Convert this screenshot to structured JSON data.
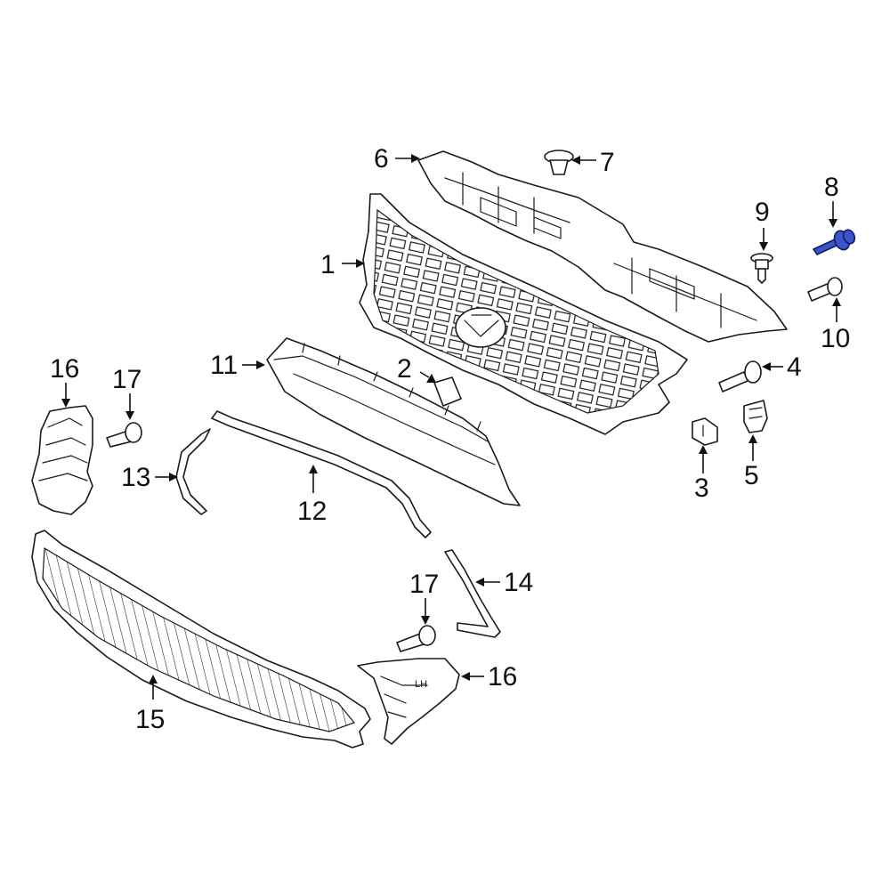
{
  "diagram": {
    "callouts": [
      {
        "id": "c1",
        "label": "1"
      },
      {
        "id": "c2",
        "label": "2"
      },
      {
        "id": "c3",
        "label": "3"
      },
      {
        "id": "c4",
        "label": "4"
      },
      {
        "id": "c5",
        "label": "5"
      },
      {
        "id": "c6",
        "label": "6"
      },
      {
        "id": "c7",
        "label": "7"
      },
      {
        "id": "c8",
        "label": "8"
      },
      {
        "id": "c9",
        "label": "9"
      },
      {
        "id": "c10",
        "label": "10"
      },
      {
        "id": "c11",
        "label": "11"
      },
      {
        "id": "c12",
        "label": "12"
      },
      {
        "id": "c13",
        "label": "13"
      },
      {
        "id": "c14",
        "label": "14"
      },
      {
        "id": "c15",
        "label": "15"
      },
      {
        "id": "c16a",
        "label": "16"
      },
      {
        "id": "c16b",
        "label": "16"
      },
      {
        "id": "c17a",
        "label": "17"
      },
      {
        "id": "c17b",
        "label": "17"
      }
    ],
    "highlighted_part": "8",
    "highlight_color": "#3a55c8",
    "line_color": "#1a1a1a",
    "background": "#ffffff"
  }
}
